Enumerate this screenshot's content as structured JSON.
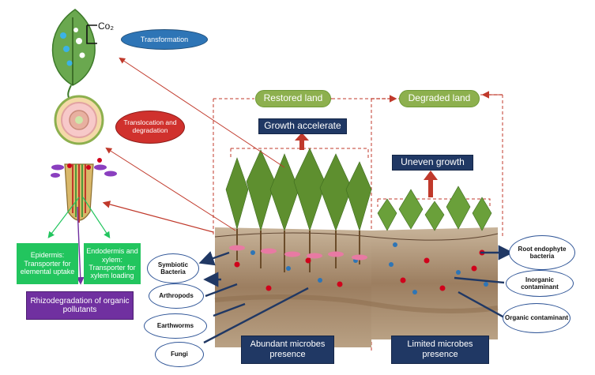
{
  "labels": {
    "co2": "Co₂",
    "transformation": "Transformation",
    "translocation": "Translocation and degradation",
    "restored_land": "Restored land",
    "degraded_land": "Degraded land",
    "growth_accelerate": "Growth accelerate",
    "uneven_growth": "Uneven growth",
    "epidermis": "Epidermis: Transporter for elemental uptake",
    "endodermis": "Endodermis and xylem: Transporter for xylem loading",
    "rhizodegradation": "Rhizodegradation of organic pollutants",
    "symbiotic_bacteria": "Symbiotic Bacteria",
    "arthropods": "Arthropods",
    "earthworms": "Earthworms",
    "fungi": "Fungi",
    "abundant_microbes": "Abundant microbes presence",
    "limited_microbes": "Limited microbes presence",
    "root_endophyte": "Root endophyte bacteria",
    "inorganic_contaminant": "Inorganic contaminant",
    "organic_contaminant": "Organic contaminant"
  },
  "colors": {
    "leaf": "#6aa84f",
    "soil": "#a98a6a",
    "restored_pill": "#8db04e",
    "navy": "#203864",
    "transporter_green": "#22c55e",
    "rhizo_purple": "#7030a0",
    "transformation_blue": "#2e75b6",
    "translocation_red": "#d0312d",
    "arrow_red": "#c0392b"
  }
}
